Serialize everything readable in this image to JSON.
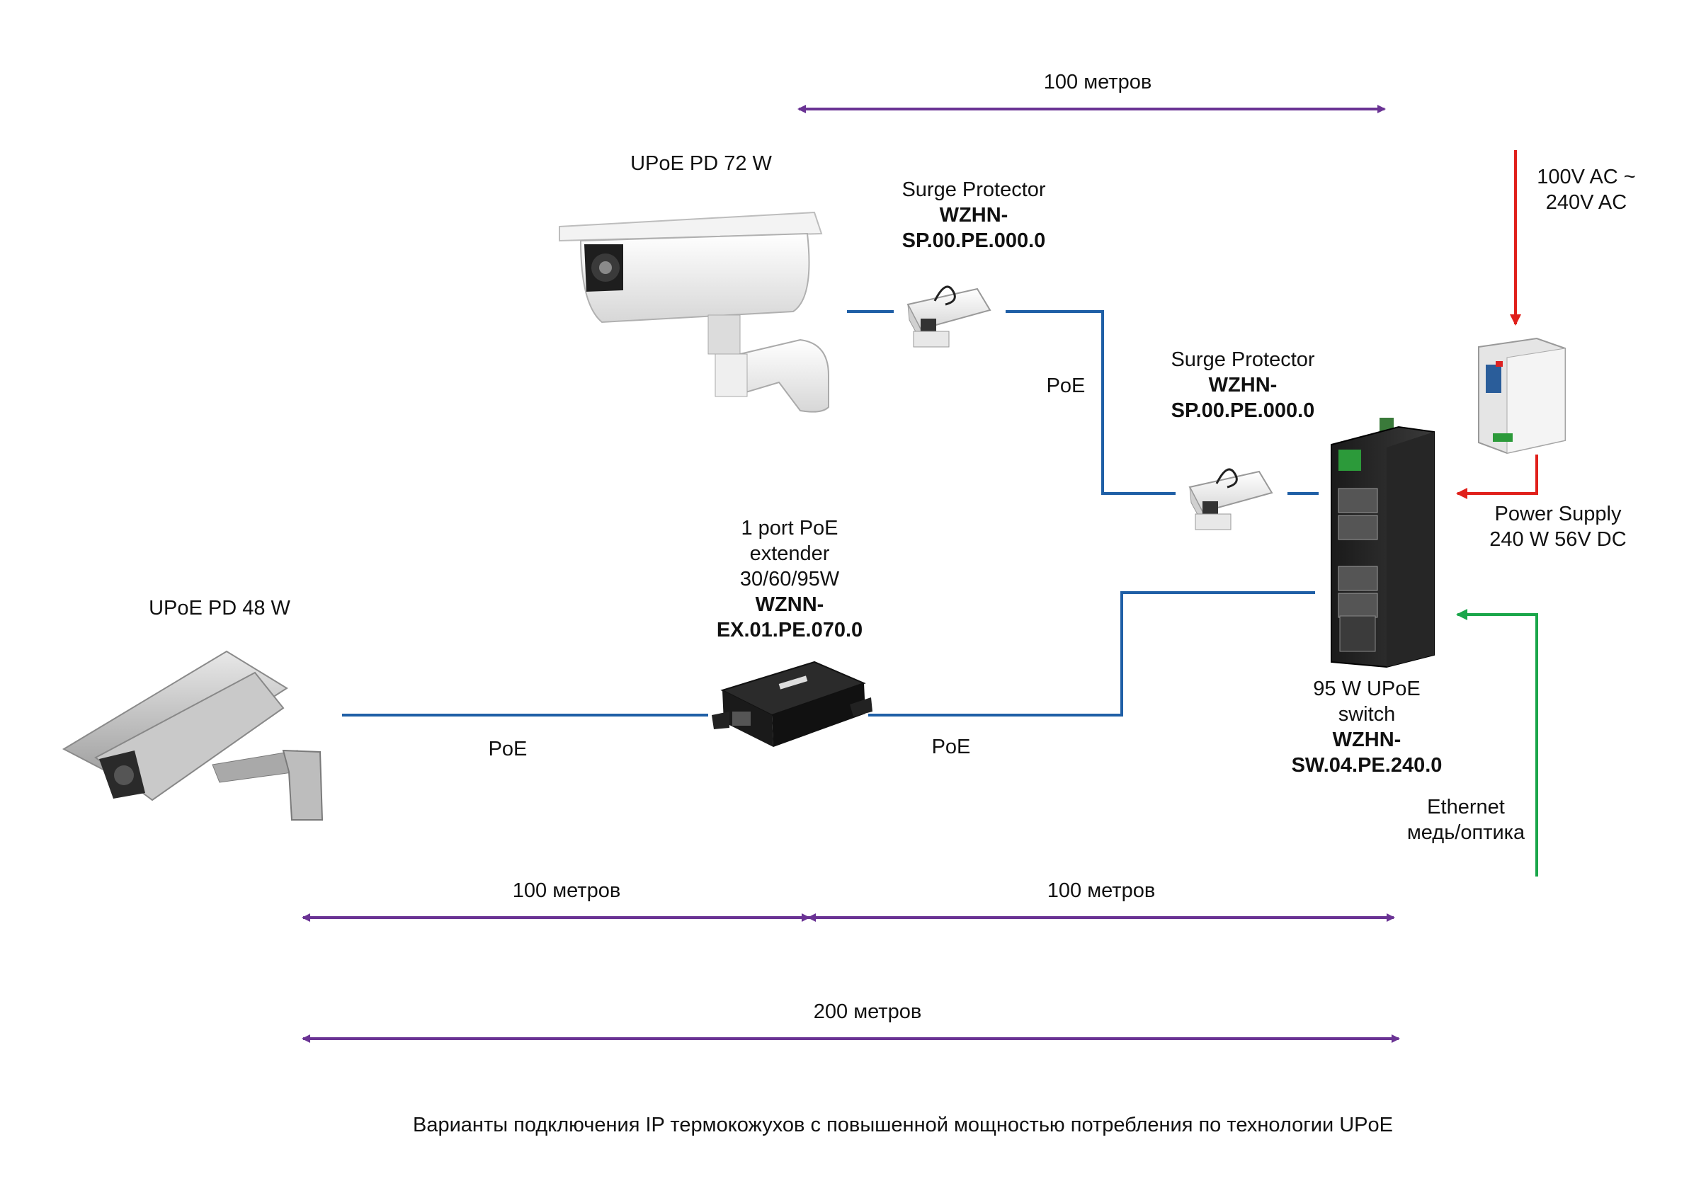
{
  "distances": {
    "top": "100 метров",
    "bottom_left": "100 метров",
    "bottom_right": "100 метров",
    "total": "200 метров"
  },
  "camera_top": {
    "label": "UPoE PD 72 W"
  },
  "camera_left": {
    "label": "UPoE PD 48 W"
  },
  "surge_top": {
    "name": "Surge Protector",
    "model_1": "WZHN-",
    "model_2": "SP.00.PE.000.0"
  },
  "surge_mid": {
    "name": "Surge Protector",
    "model_1": "WZHN-",
    "model_2": "SP.00.PE.000.0"
  },
  "extender": {
    "line_1": "1 port PoE",
    "line_2": "extender",
    "line_3": "30/60/95W",
    "model_1": "WZNN-",
    "model_2": "EX.01.PE.070.0"
  },
  "switch": {
    "line_1": "95 W UPoE",
    "line_2": "switch",
    "model_1": "WZHN-",
    "model_2": "SW.04.PE.240.0"
  },
  "ac_input": {
    "line_1": "100V AC ~",
    "line_2": "240V AC"
  },
  "power_supply": {
    "line_1": "Power Supply",
    "line_2": "240 W 56V DC"
  },
  "ethernet": {
    "line_1": "Ethernet",
    "line_2": "медь/оптика"
  },
  "poe_labels": {
    "top": "PoE",
    "left": "PoE",
    "middle": "PoE"
  },
  "caption": "Варианты подключения IP термокожухов с повышенной мощностью потребления по технологии UPoE",
  "colors": {
    "poe_line": "#1f5fa6",
    "distance": "#6a3394",
    "ac_power": "#e0201b",
    "ethernet": "#1aa64a"
  }
}
